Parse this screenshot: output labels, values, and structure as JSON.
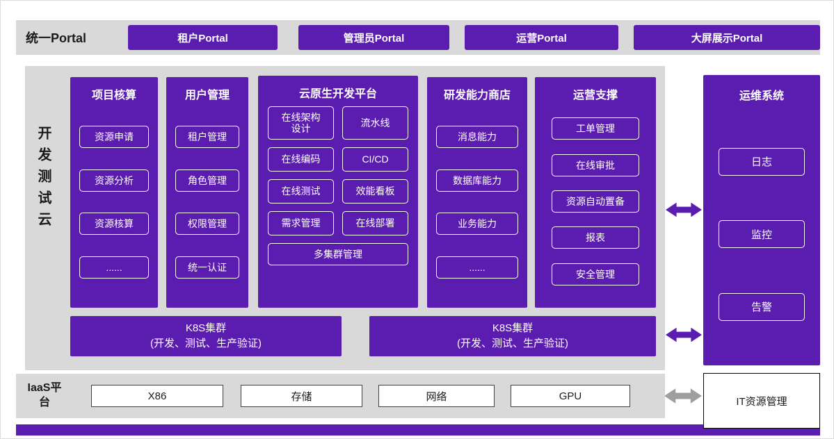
{
  "colors": {
    "purple": "#5B1CB0",
    "panel_gray": "#D9D9D9",
    "arrow_gray": "#9E9E9E"
  },
  "portal": {
    "label": "统一Portal",
    "buttons": [
      {
        "label": "租户Portal"
      },
      {
        "label": "管理员Portal"
      },
      {
        "label": "运营Portal"
      },
      {
        "label": "大屏展示Portal"
      }
    ]
  },
  "devcloud": {
    "label": "开发测试云",
    "col1": {
      "title": "项目核算",
      "items": [
        "资源申请",
        "资源分析",
        "资源核算",
        "......"
      ]
    },
    "col2": {
      "title": "用户管理",
      "items": [
        "租户管理",
        "角色管理",
        "权限管理",
        "统一认证"
      ]
    },
    "col3": {
      "title": "云原生开发平台",
      "grid": [
        "在线架构\n设计",
        "流水线",
        "在线编码",
        "CI/CD",
        "在线测试",
        "效能看板",
        "需求管理",
        "在线部署"
      ],
      "bottom": "多集群管理"
    },
    "col4": {
      "title": "研发能力商店",
      "items": [
        "消息能力",
        "数据库能力",
        "业务能力",
        "......"
      ]
    },
    "col5": {
      "title": "运营支撑",
      "items": [
        "工单管理",
        "在线审批",
        "资源自动置备",
        "报表",
        "安全管理"
      ]
    },
    "k8s": [
      {
        "line1": "K8S集群",
        "line2": "(开发、测试、生产验证)"
      },
      {
        "line1": "K8S集群",
        "line2": "(开发、测试、生产验证)"
      }
    ]
  },
  "ops": {
    "title": "运维系统",
    "items": [
      "日志",
      "监控",
      "告警"
    ]
  },
  "iaas": {
    "label": "IaaS平台",
    "boxes": [
      "X86",
      "存储",
      "网络",
      "GPU"
    ],
    "it_box": "IT资源管理"
  }
}
